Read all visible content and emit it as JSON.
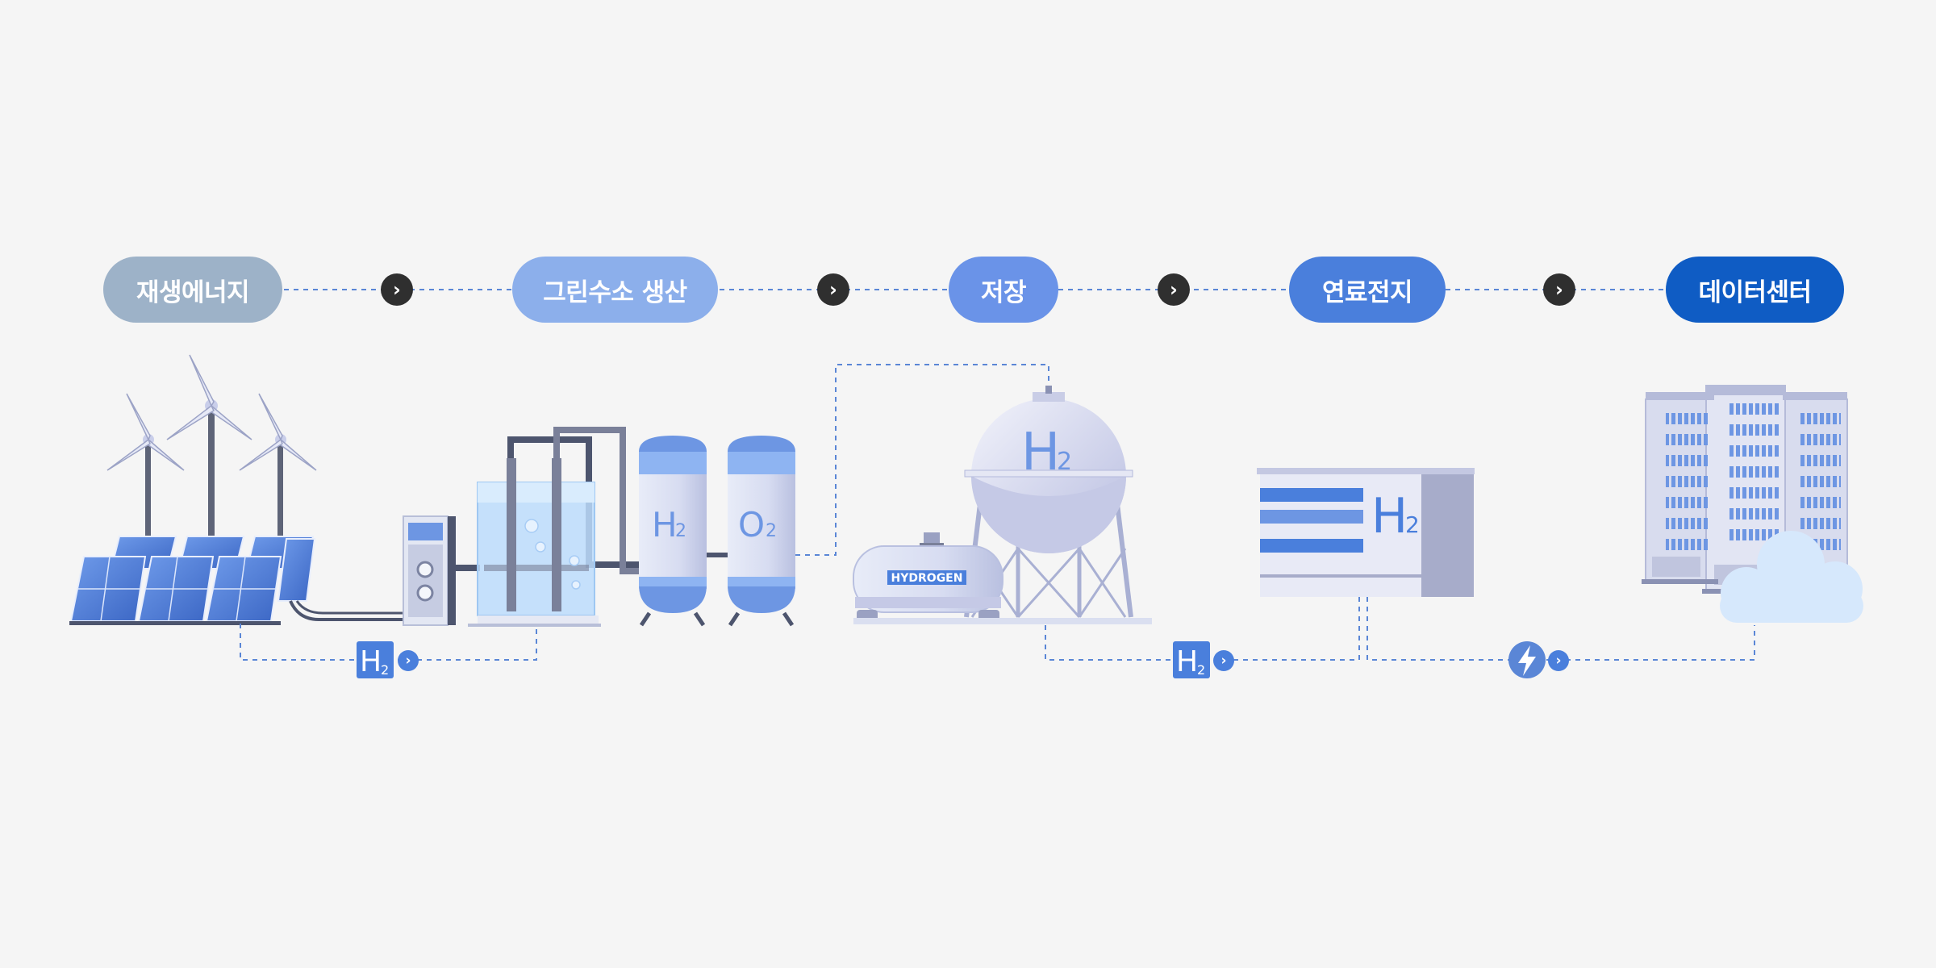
{
  "steps": [
    {
      "label": "재생에너지",
      "color": "#9db2c8"
    },
    {
      "label": "그린수소 생산",
      "color": "#8cafeb"
    },
    {
      "label": "저장",
      "color": "#6a93e8"
    },
    {
      "label": "연료전지",
      "color": "#4a7fdc"
    },
    {
      "label": "데이터센터",
      "color": "#0f5cc4"
    }
  ],
  "connector": {
    "arrow_glyph": "›"
  },
  "icons": {
    "renewable": "wind-turbine-and-solar-panel-icon",
    "electrolyzer": "electrolyzer-tank-icon",
    "storage": "hydrogen-storage-sphere-icon",
    "fuel_cell": "fuel-cell-unit-icon",
    "datacenter": "server-rack-cloud-icon"
  },
  "labels": {
    "h2": "H",
    "h2_sub": "2",
    "o2": "O",
    "o2_sub": "2",
    "tank_text": "HYDROGEN",
    "fuel_cell_h": "H",
    "fuel_cell_sub": "2"
  },
  "colors": {
    "dash": "#5a86d6",
    "accent": "#4a7fdc"
  }
}
